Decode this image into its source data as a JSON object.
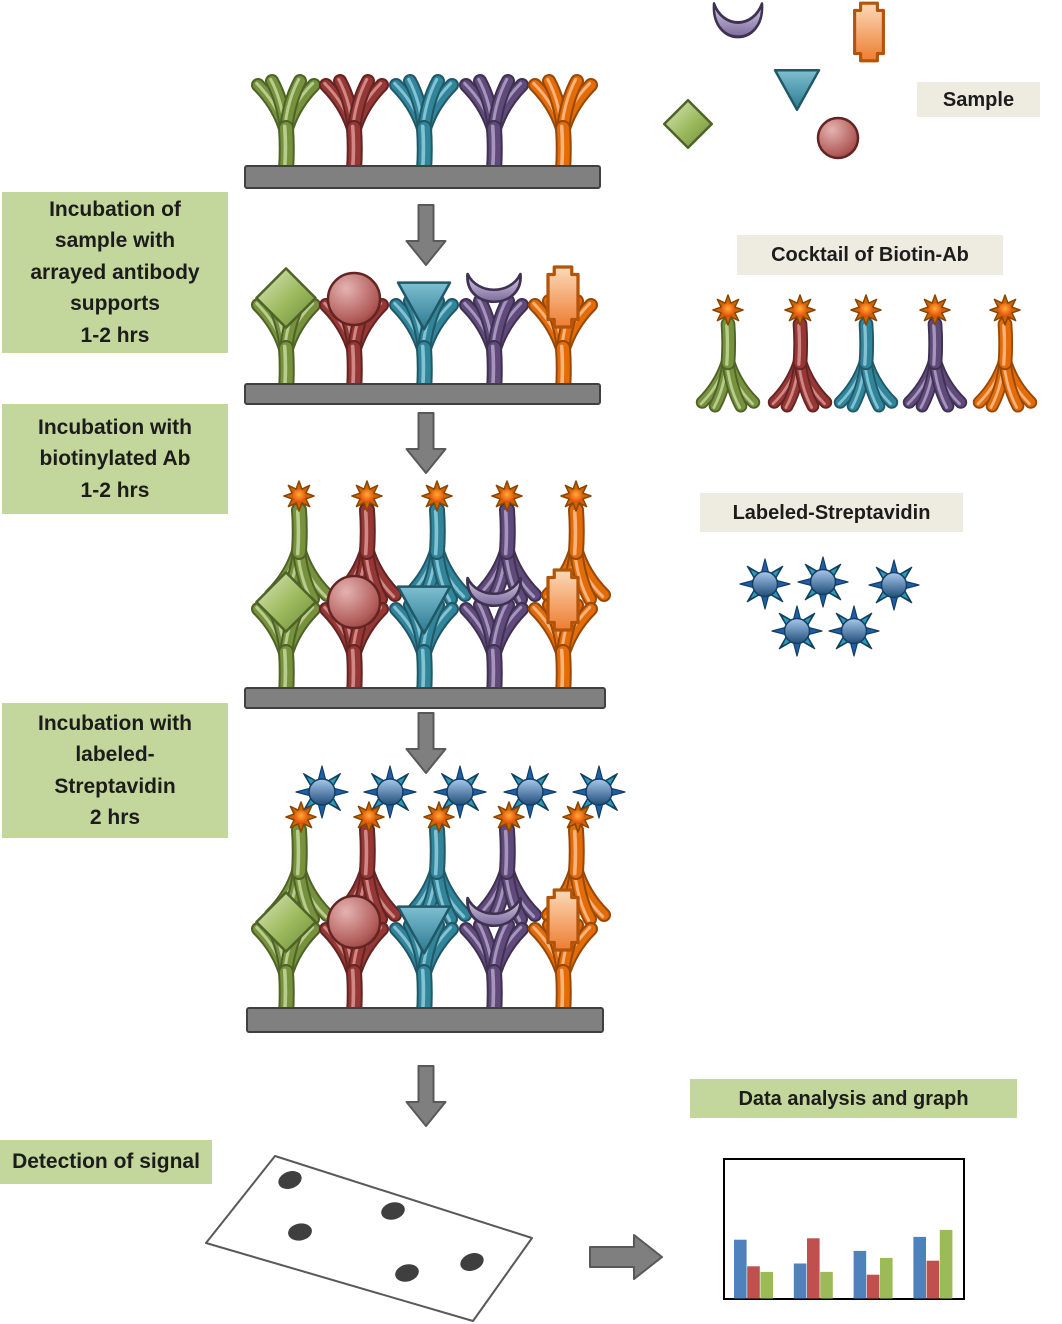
{
  "left_steps": [
    {
      "label": "Incubation of\nsample with\narrayed antibody\nsupports\n1-2 hrs"
    },
    {
      "label": "Incubation with\nbiotinylated Ab\n1-2 hrs"
    },
    {
      "label": "Incubation with\nlabeled-\nStreptavidin\n2 hrs"
    },
    {
      "label": "Detection of signal"
    }
  ],
  "annotations": {
    "sample": "Sample",
    "cocktail": "Cocktail of Biotin-Ab",
    "streptavidin": "Labeled-Streptavidin",
    "analysis": "Data analysis and graph"
  },
  "palette": {
    "label_green_bg": "#c3d69b",
    "label_tan_bg": "#eeece1",
    "text": "#1c1c1c",
    "support_gray": "#808080",
    "support_dark": "#404040",
    "arrow_gray": "#7f7f7f",
    "arrow_dark": "#595959",
    "spot_color": "#3f3f3f",
    "antibodies": [
      {
        "name": "green",
        "main": "#76923c",
        "light": "#c3d69b",
        "dark": "#4f6228"
      },
      {
        "name": "maroon",
        "main": "#953735",
        "light": "#d99694",
        "dark": "#632423"
      },
      {
        "name": "teal",
        "main": "#31859b",
        "light": "#92cddc",
        "dark": "#215867"
      },
      {
        "name": "purple",
        "main": "#604a7b",
        "light": "#b2a2c7",
        "dark": "#3f3151"
      },
      {
        "name": "orange",
        "main": "#e36c09",
        "light": "#fabf8f",
        "dark": "#974806"
      }
    ],
    "biotin_star": {
      "outer": "#cc6600",
      "center_hot": "#ffad33",
      "center_deep": "#d92800",
      "stroke": "#8a4500"
    },
    "streptavidin": {
      "spike_dark": "#1f5fa8",
      "spike_teal": "#2e9bb0",
      "sphere_light": "#a9c7ec",
      "sphere_dark": "#1f4e79",
      "stroke": "#123f66"
    }
  },
  "chart_data": {
    "type": "bar",
    "title": "",
    "xlabel": "",
    "ylabel": "",
    "categories": [
      "",
      "",
      "",
      ""
    ],
    "series": [
      {
        "name": "blue",
        "color": "#4f81bd",
        "values": [
          42,
          25,
          34,
          44
        ]
      },
      {
        "name": "red",
        "color": "#c0504d",
        "values": [
          23,
          43,
          17,
          27
        ]
      },
      {
        "name": "green",
        "color": "#9bbb59",
        "values": [
          19,
          19,
          29,
          49
        ]
      }
    ],
    "ylim": [
      0,
      100
    ],
    "grid": false,
    "legend": "none",
    "note_units": "relative signal, axes unlabeled in figure"
  }
}
